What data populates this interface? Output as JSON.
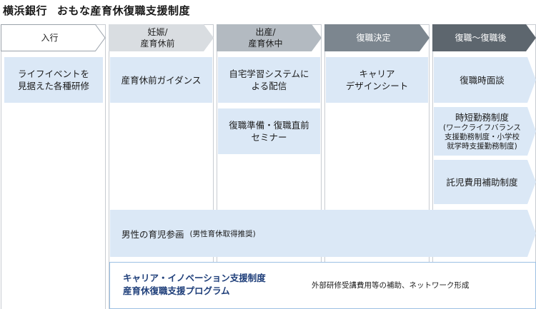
{
  "title": {
    "bank": "横浜銀行",
    "main": "おもな産育休復職支援制度"
  },
  "phases": [
    {
      "label": "入行"
    },
    {
      "label_lines": [
        "妊娠/",
        "産育休前"
      ]
    },
    {
      "label_lines": [
        "出産/",
        "産育休中"
      ]
    },
    {
      "label": "復職決定"
    },
    {
      "label": "復職～復職後"
    }
  ],
  "programs": {
    "col1": {
      "lines": [
        "ライフイベントを",
        "見据えた各種研修"
      ]
    },
    "col2": {
      "lines": [
        "産育休前ガイダンス"
      ]
    },
    "col3a": {
      "lines": [
        "自宅学習システムに",
        "よる配信"
      ]
    },
    "col3b": {
      "lines": [
        "復職準備・復職直前",
        "セミナー"
      ]
    },
    "col4": {
      "lines": [
        "キャリア",
        "デザインシート"
      ]
    },
    "col5a": {
      "lines": [
        "復職時面談"
      ]
    },
    "col5b": {
      "main": "時短勤務制度",
      "sub_lines": [
        "(ワークライフバランス",
        "支援勤務制度・小学校",
        "就学時支援勤務制度)"
      ]
    },
    "col5c": {
      "lines": [
        "託児費用補助制度"
      ]
    }
  },
  "paternal": {
    "main": "男性の育児参画",
    "sub": "(男性育休取得推奨)"
  },
  "career_program": {
    "name_lines": [
      "キャリア・イノベーション支援制度",
      "産育休復職支援プログラム"
    ],
    "description": "外部研修受講費用等の補助、ネットワーク形成"
  },
  "colors": {
    "box_fill": "#dbe8f6",
    "phase_1": "#ffffff",
    "phase_2": "#d9dde1",
    "phase_3": "#b3bac1",
    "phase_4": "#7c868f",
    "phase_5": "#5d666e",
    "program_title": "#1f3f7a"
  }
}
